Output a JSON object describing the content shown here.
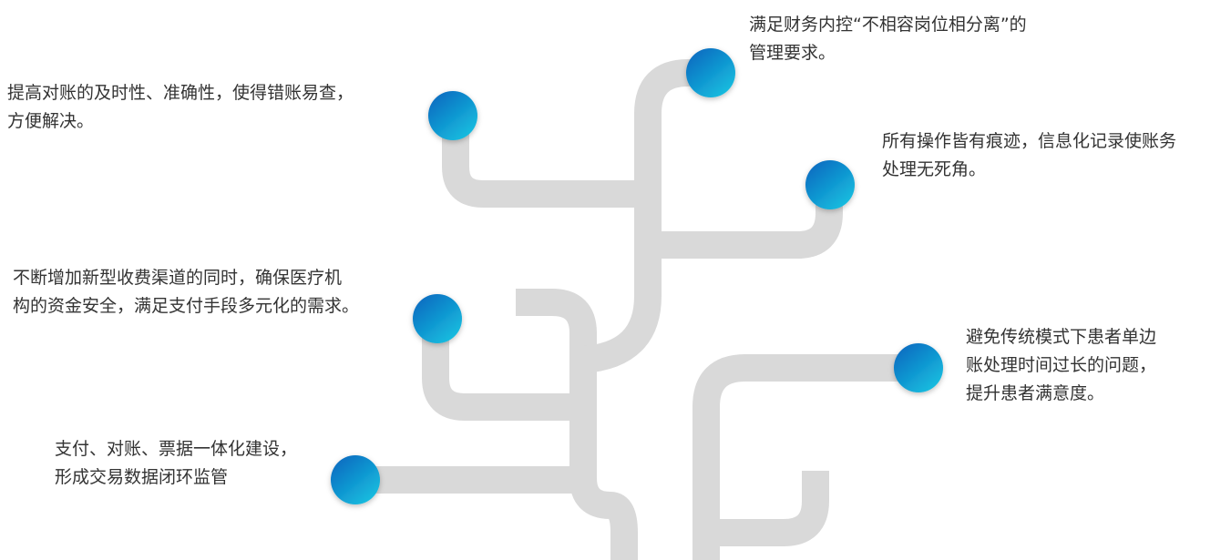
{
  "colors": {
    "branch": "#d9d9d9",
    "node_light": "#17c0e0",
    "node_dark": "#0a6fc2",
    "text": "#333333"
  },
  "nodes": [
    {
      "id": "n1",
      "lines": [
        "提高对账的及时性、准确性，使得错账易查，",
        "方便解决。"
      ]
    },
    {
      "id": "n2",
      "lines": [
        "满足财务内控“不相容岗位相分离”的",
        "管理要求。"
      ]
    },
    {
      "id": "n3",
      "lines": [
        "所有操作皆有痕迹，信息化记录使账务",
        "处理无死角。"
      ]
    },
    {
      "id": "n4",
      "lines": [
        "不断增加新型收费渠道的同时，确保医疗机",
        "构的资金安全，满足支付手段多元化的需求。"
      ]
    },
    {
      "id": "n5",
      "lines": [
        "避免传统模式下患者单边",
        "账处理时间过长的问题，",
        "提升患者满意度。"
      ]
    },
    {
      "id": "n6",
      "lines": [
        "支付、对账、票据一体化建设，",
        "形成交易数据闭环监管"
      ]
    }
  ]
}
